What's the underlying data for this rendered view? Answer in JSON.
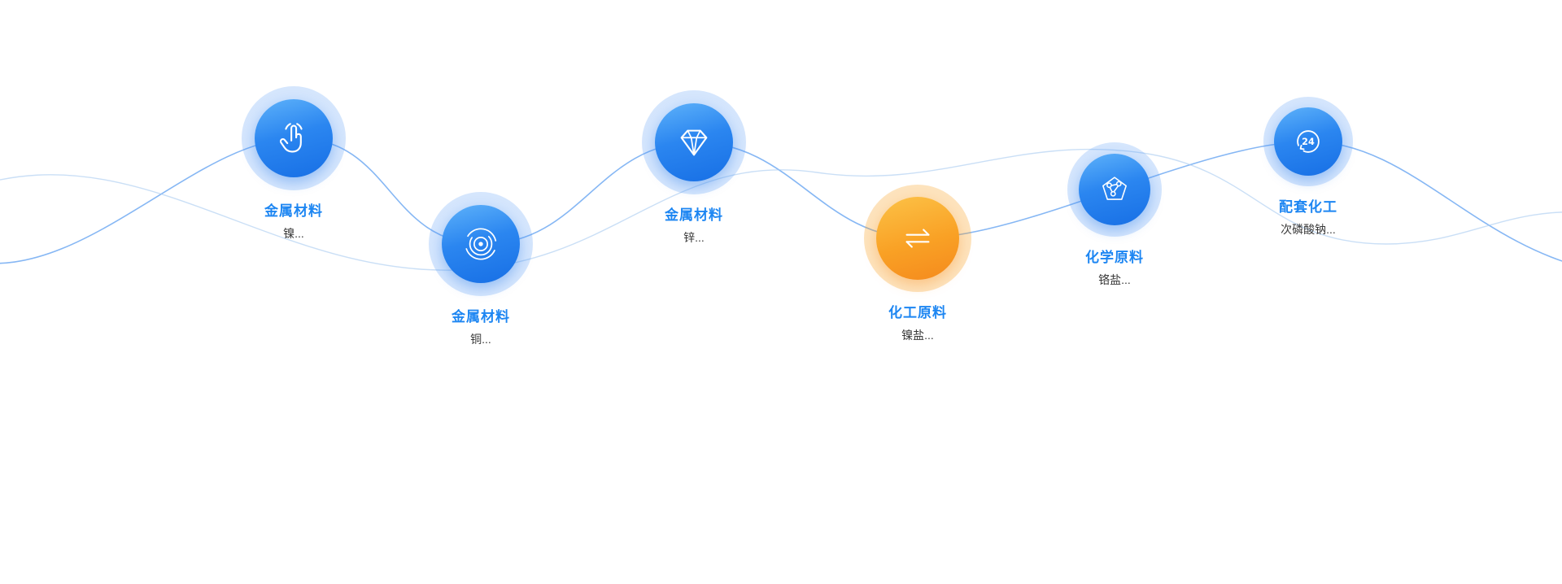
{
  "page": {
    "background": "#ffffff",
    "description_colors": {
      "title_blue": "#1d86f2",
      "subtitle_dark": "#3a3a3a",
      "node_blue_gradient_start": "#5eb2fa",
      "node_blue_gradient_end": "#176fe5",
      "node_orange_gradient_start": "#fcc247",
      "node_orange_gradient_end": "#f58a1d",
      "halo_blue": "rgba(86,156,246,0.25)",
      "halo_orange": "rgba(250,163,35,0.30)",
      "wave_main": "#5d9ff0",
      "wave_light": "#a7c9f0"
    }
  },
  "nodes": [
    {
      "title": "金属材料",
      "subtitle": "镍...",
      "icon": "click-hand-icon",
      "theme": "blue"
    },
    {
      "title": "金属材料",
      "subtitle": "铜...",
      "icon": "radar-target-icon",
      "theme": "blue"
    },
    {
      "title": "金属材料",
      "subtitle": "锌...",
      "icon": "diamond-gem-icon",
      "theme": "blue"
    },
    {
      "title": "化工原料",
      "subtitle": "镍盐...",
      "icon": "exchange-arrows-icon",
      "theme": "orange"
    },
    {
      "title": "化学原料",
      "subtitle": "铬盐...",
      "icon": "molecule-pentagon-icon",
      "theme": "blue"
    },
    {
      "title": "配套化工",
      "subtitle": "次磷酸钠...",
      "icon": "24-hour-icon",
      "theme": "blue",
      "icon_text": "24"
    }
  ]
}
